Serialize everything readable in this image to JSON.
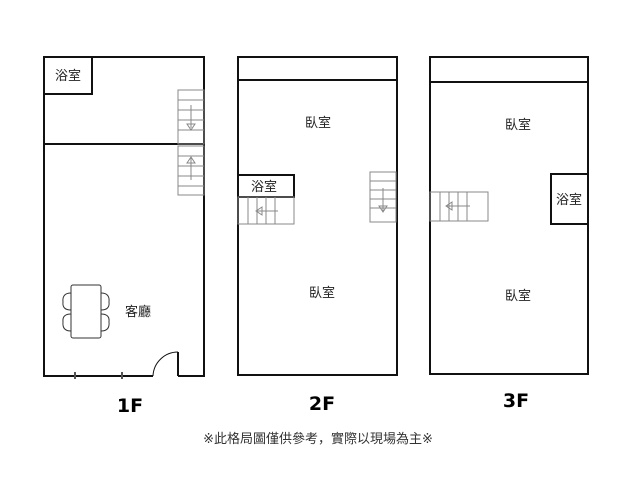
{
  "floors": [
    {
      "label": "1F",
      "rooms": [
        "浴室",
        "客廳"
      ]
    },
    {
      "label": "2F",
      "rooms": [
        "臥室",
        "浴室",
        "臥室"
      ]
    },
    {
      "label": "3F",
      "rooms": [
        "臥室",
        "浴室",
        "臥室"
      ]
    }
  ],
  "note": "※此格局圖僅供參考，實際以現場為主※"
}
